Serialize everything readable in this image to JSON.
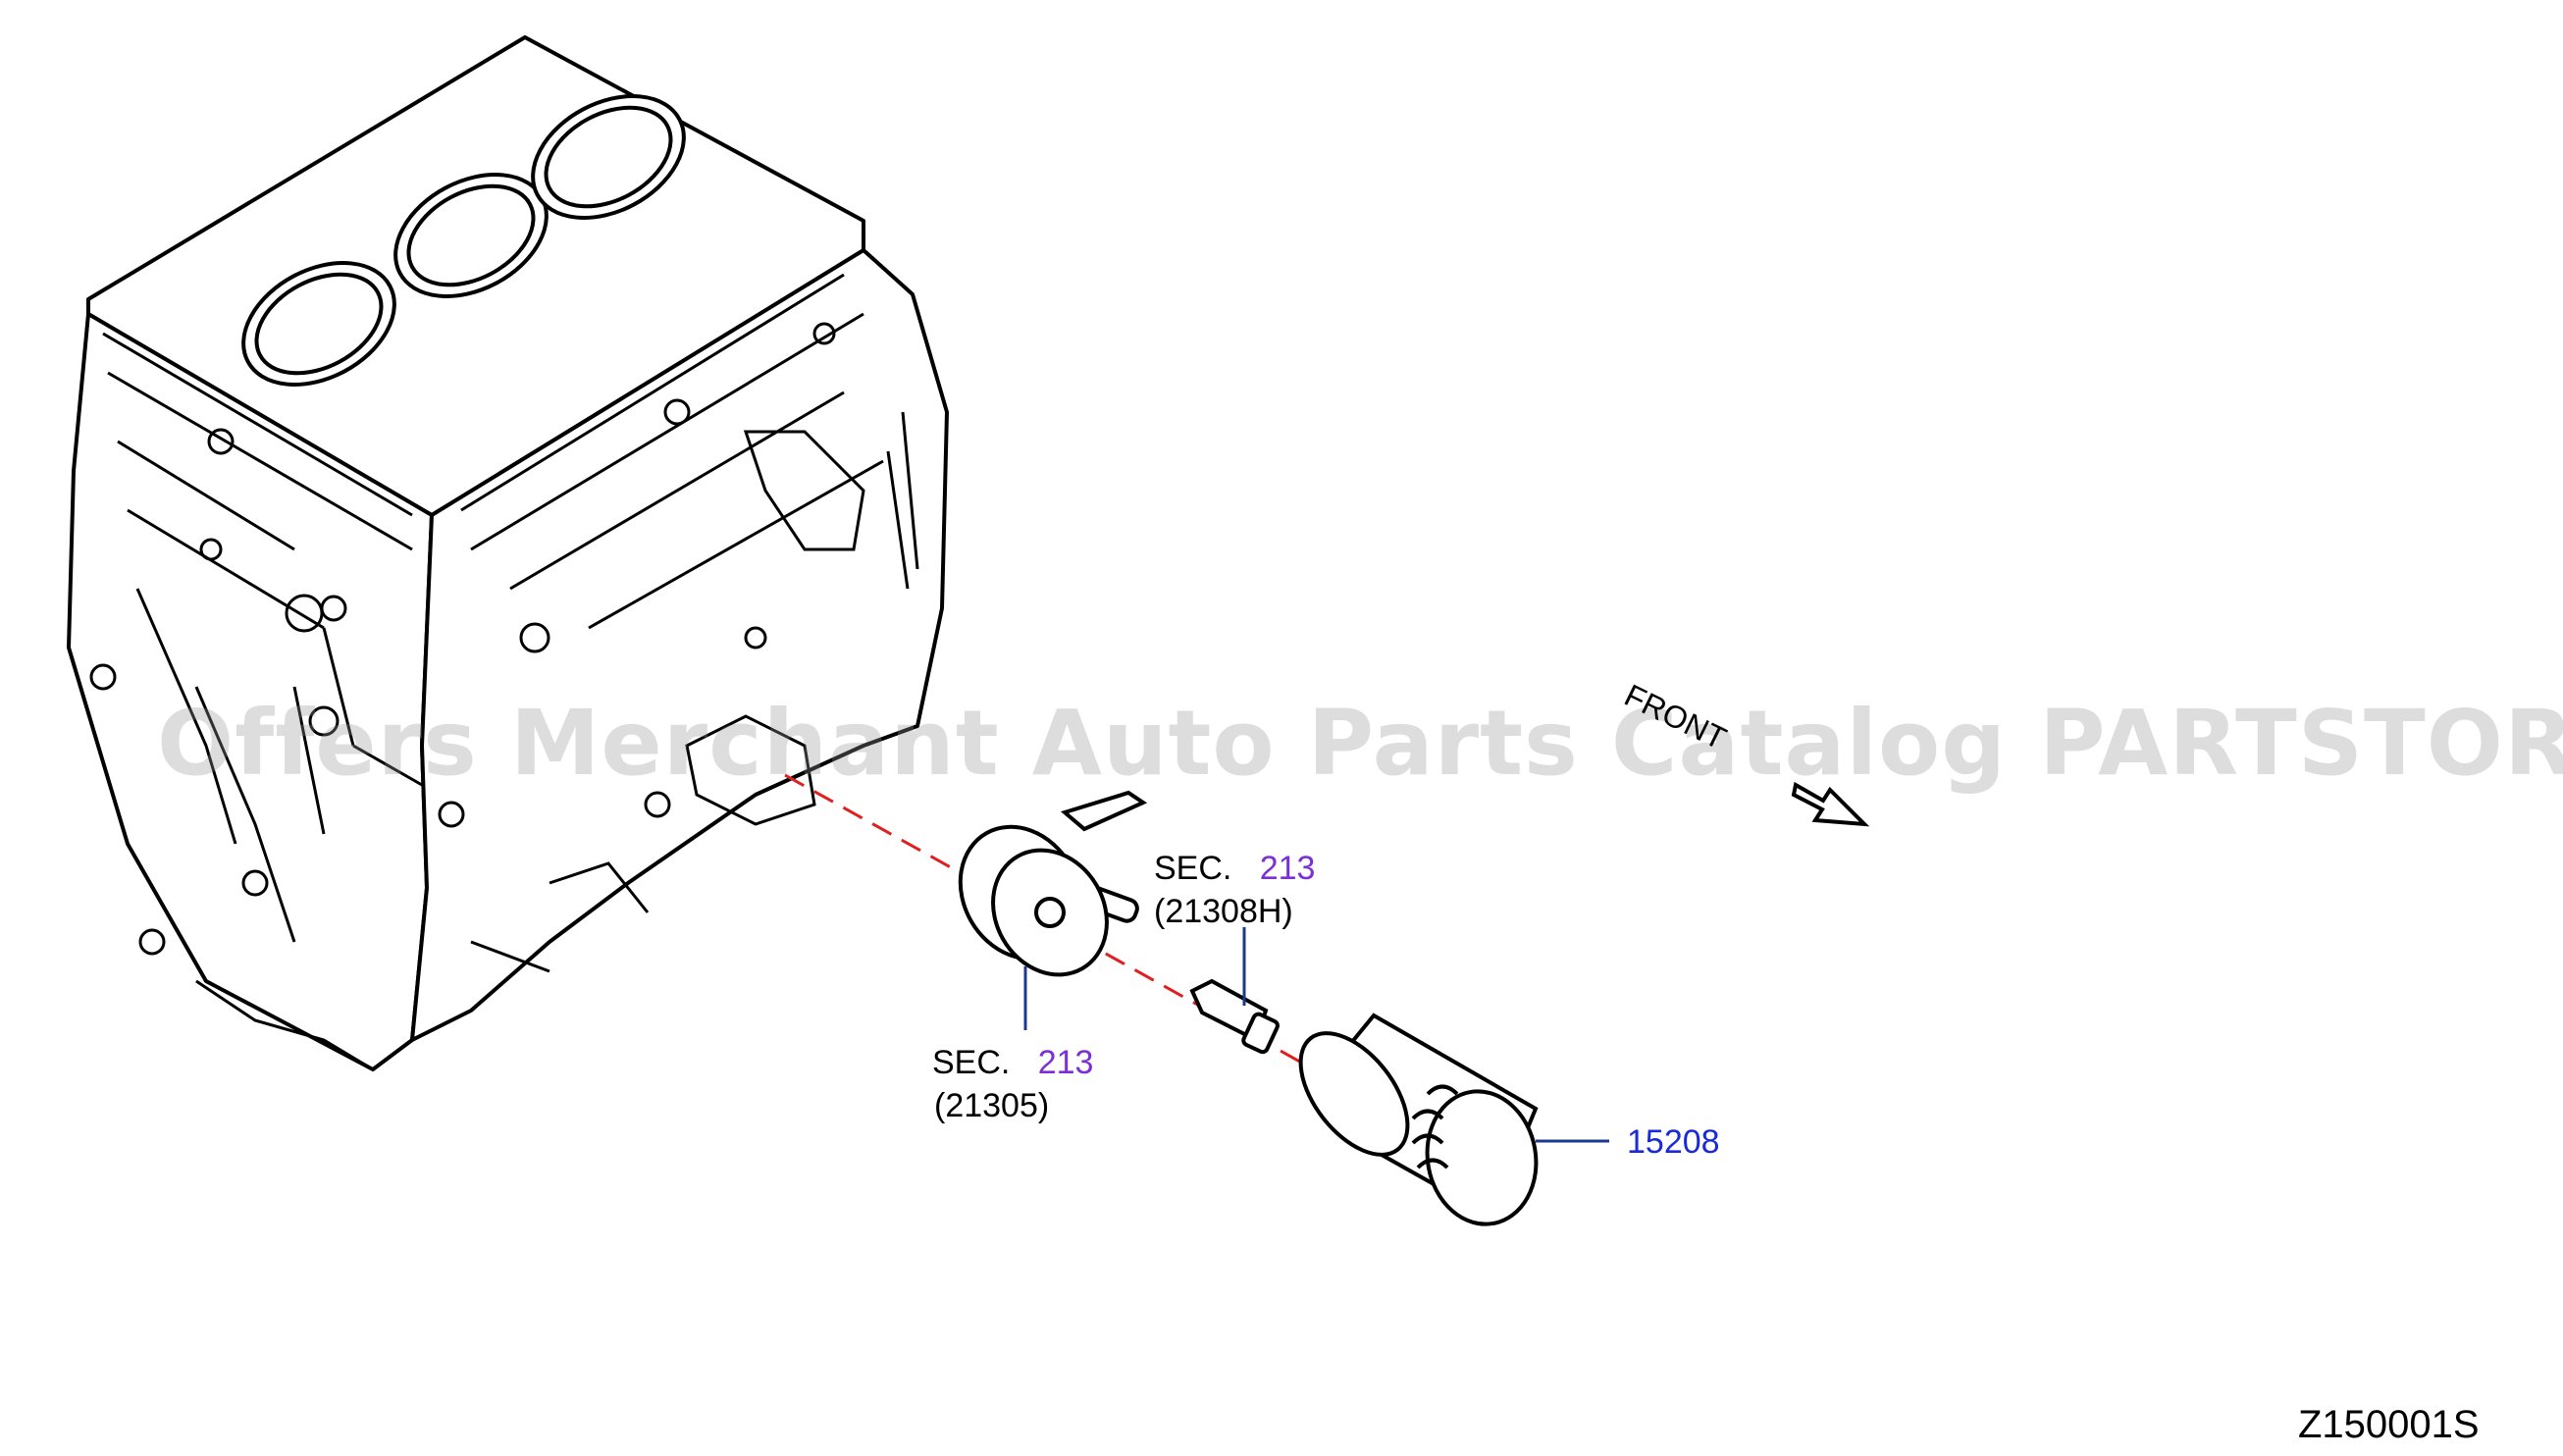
{
  "watermark": "Offers Merchant Auto Parts Catalog PARTSTORE.SA",
  "direction_label": "FRONT",
  "diagram_code": "Z150001S",
  "callouts": [
    {
      "prefix": "SEC.",
      "section": "213",
      "part": "(21308H)"
    },
    {
      "prefix": "SEC.",
      "section": "213",
      "part": "(21305)"
    }
  ],
  "part_number": "15208",
  "colors": {
    "link": "#7b2fd6",
    "part": "#1a2ad8",
    "leader": "#1a3a8f",
    "center_line": "#e02020"
  }
}
